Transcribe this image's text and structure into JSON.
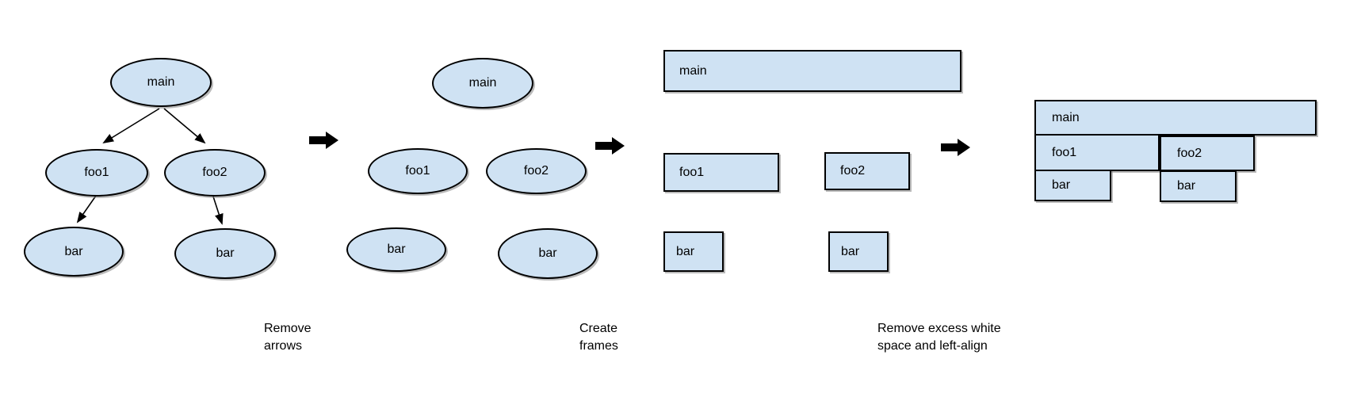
{
  "diagram": {
    "nodes": {
      "main": "main",
      "foo1": "foo1",
      "foo2": "foo2",
      "bar": "bar"
    },
    "captions": {
      "remove_arrows": "Remove\narrows",
      "create_frames": "Create\nframes",
      "left_align": "Remove excess white\nspace and left-align"
    },
    "icons": {
      "step_arrow": "thick-right-arrow",
      "edge_arrowhead": "solid-triangle-arrowhead"
    },
    "colors": {
      "shape_fill": "#cfe2f3",
      "shape_stroke": "#000000",
      "arrow": "#000000",
      "background": "#ffffff",
      "shadow": "#828282"
    }
  }
}
